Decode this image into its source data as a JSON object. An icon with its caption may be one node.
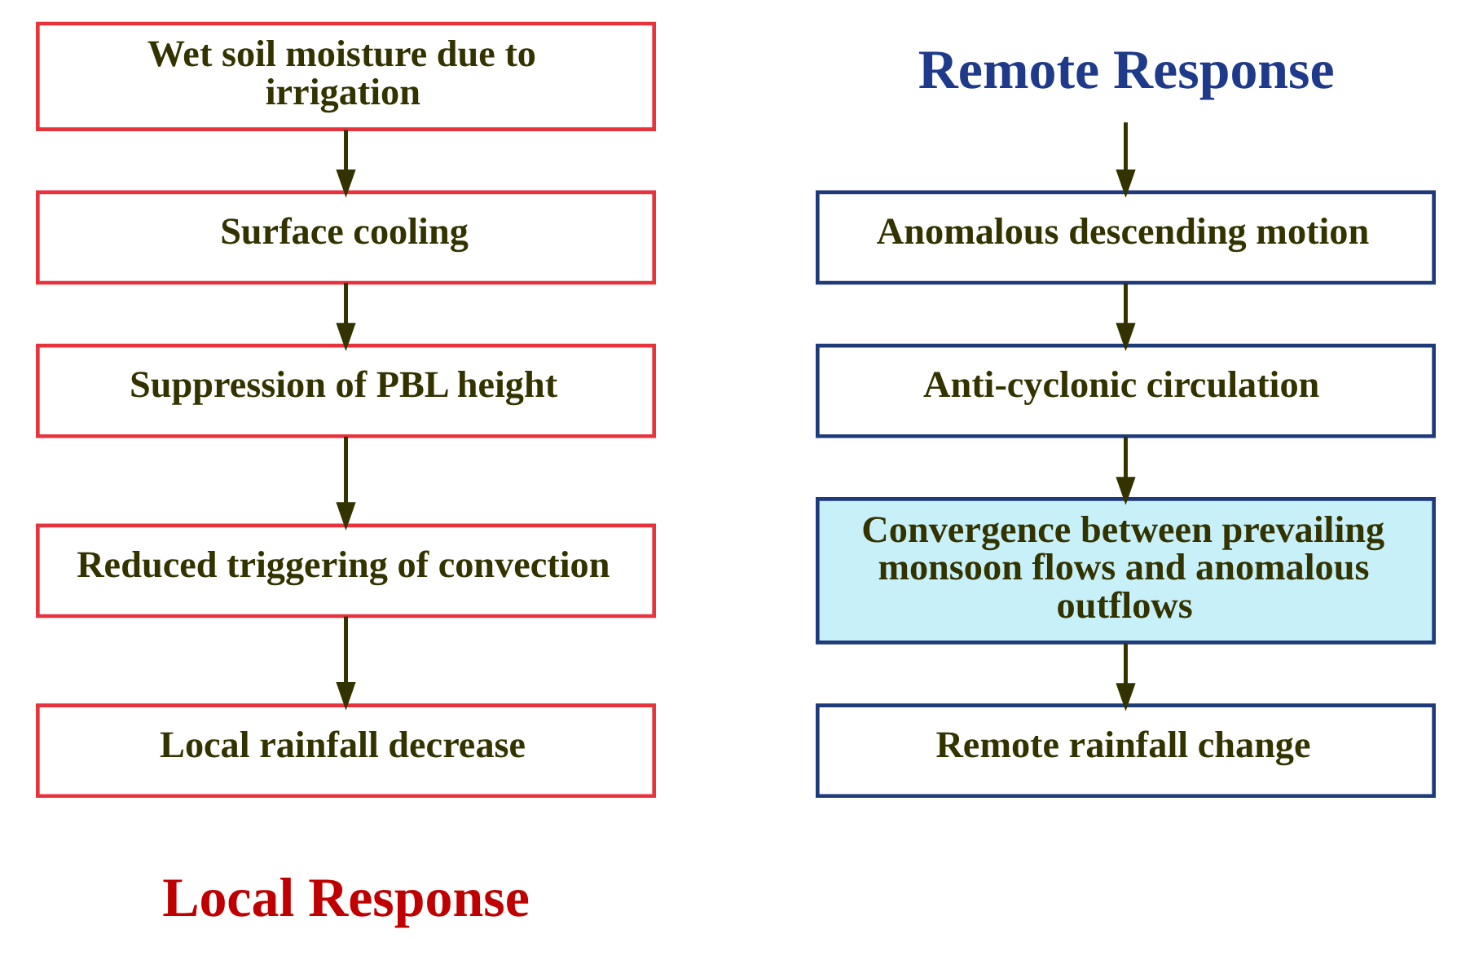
{
  "diagram": {
    "nodes": [
      {
        "text": [
          "Wet soil moisture due to irrigation"
        ]
      },
      {
        "text": [
          "Surface cooling"
        ]
      },
      {
        "text": [
          "Suppression of PBL height"
        ]
      },
      {
        "text": [
          "Reduced triggering of convection"
        ]
      },
      {
        "text": [
          "Local rainfall decrease"
        ]
      },
      {
        "text": [
          "Remote Response"
        ]
      },
      {
        "text": [
          "Anomalous descending motion"
        ]
      },
      {
        "text": [
          "Anti-cyclonic circulation"
        ]
      },
      {
        "text": [
          "Convergence between prevailing monsoon flows and anomalous outflows"
        ]
      },
      {
        "text": [
          "Remote rainfall change"
        ]
      }
    ],
    "edges": [
      {
        "from": 0,
        "to": 1,
        "arrow": "to"
      },
      {
        "from": 1,
        "to": 2,
        "arrow": "to"
      },
      {
        "from": 2,
        "to": 3,
        "arrow": "to"
      },
      {
        "from": 3,
        "to": 4,
        "arrow": "to"
      },
      {
        "from": 5,
        "to": 6,
        "arrow": "to"
      },
      {
        "from": 6,
        "to": 7,
        "arrow": "to"
      },
      {
        "from": 7,
        "to": 8,
        "arrow": "to"
      },
      {
        "from": 8,
        "to": 9,
        "arrow": "to"
      }
    ],
    "labels": [
      "Local Response"
    ]
  }
}
